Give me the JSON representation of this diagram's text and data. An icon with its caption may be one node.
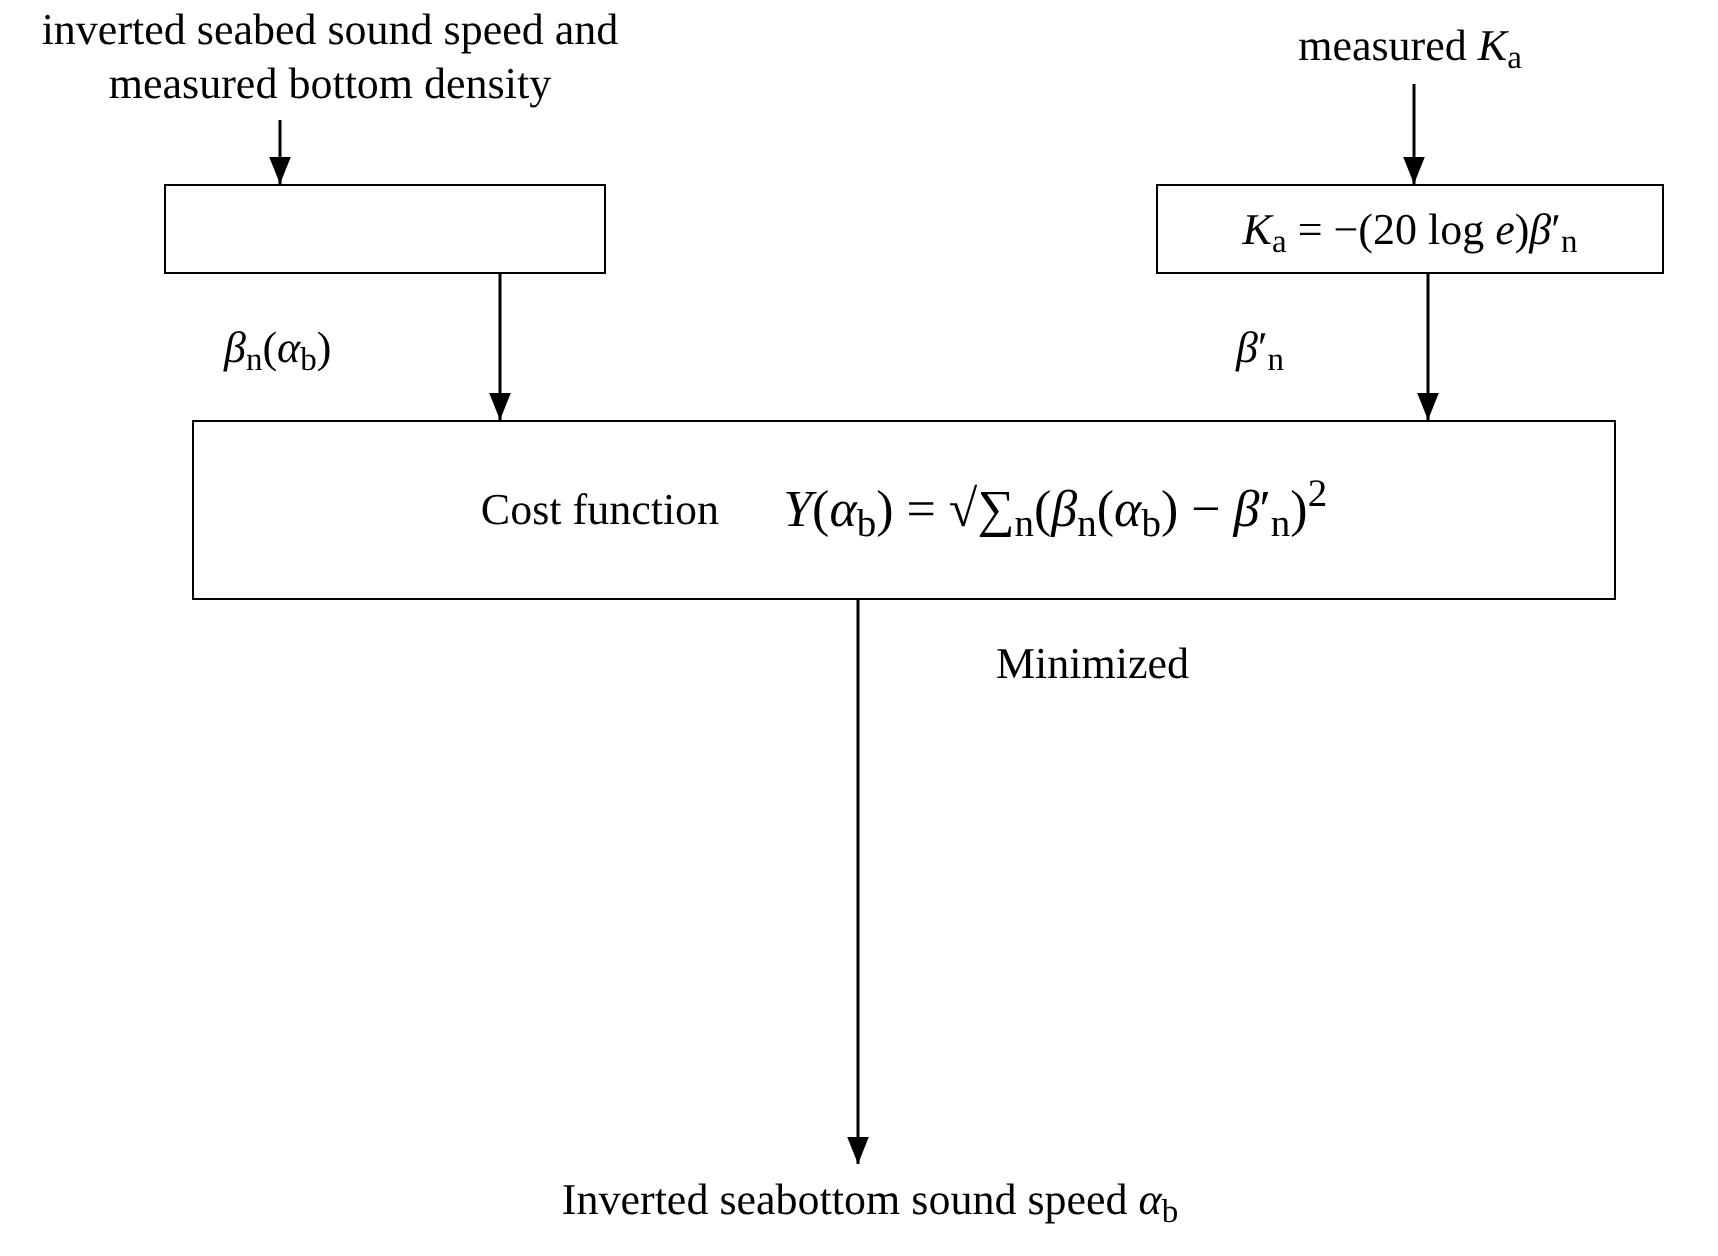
{
  "diagram": {
    "nodes": [
      {
        "text": [
          "inverted seabed sound speed and measured bottom density"
        ]
      },
      {
        "text": [
          "measured *K*$_{a}$"
        ]
      },
      {
        "text": [],
        "shape": "box"
      },
      {
        "text": [
          "*K*$_{a}$ = −(20 log *e*)*β*′$_{n}$"
        ]
      },
      {
        "text": [
          "Cost function",
          "*Y*(*α*$_{b}$) = √∑$_{n}$(*β*$_{n}$(*α*$_{b}$) − *β*′$_{n}$)$^{2}$"
        ]
      },
      {
        "text": [
          "Inverted seabottom sound speed *α*$_{b}$"
        ]
      }
    ],
    "edges": [
      {
        "from": 0,
        "to": 2,
        "arrow": "to"
      },
      {
        "from": 1,
        "to": 3,
        "arrow": "to"
      },
      {
        "from": 2,
        "to": 4,
        "arrow": "to",
        "label": "*β*$_{n}$(*α*$_{b}$)"
      },
      {
        "from": 3,
        "to": 4,
        "arrow": "to",
        "label": "*β*′$_{n}$"
      },
      {
        "from": 4,
        "to": 5,
        "arrow": "to",
        "label": "Minimized"
      }
    ]
  }
}
